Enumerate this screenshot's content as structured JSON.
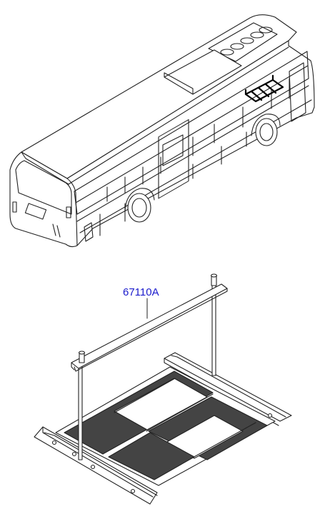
{
  "diagram": {
    "views": [
      {
        "name": "bus-overview",
        "highlight": "roof-frame-location"
      },
      {
        "name": "roof-frame-detail"
      }
    ],
    "callouts": [
      {
        "part_number": "67110A",
        "color": "#1a1acc"
      }
    ]
  }
}
